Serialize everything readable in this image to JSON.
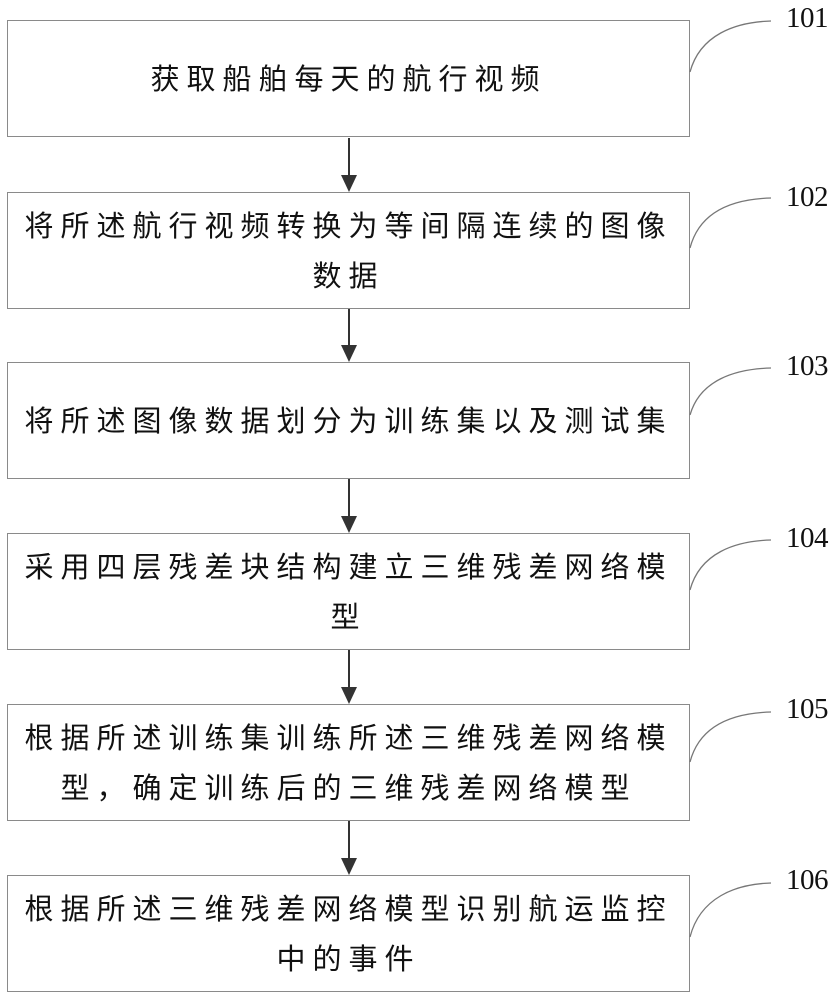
{
  "flowchart": {
    "steps": [
      {
        "id": "101",
        "text": "获取船舶每天的航行视频"
      },
      {
        "id": "102",
        "text": "将所述航行视频转换为等间隔连续的图像数据"
      },
      {
        "id": "103",
        "text": "将所述图像数据划分为训练集以及测试集"
      },
      {
        "id": "104",
        "text": "采用四层残差块结构建立三维残差网络模型"
      },
      {
        "id": "105",
        "text": "根据所述训练集训练所述三维残差网络模型，确定训练后的三维残差网络模型"
      },
      {
        "id": "106",
        "text": "根据所述三维残差网络模型识别航运监控中的事件"
      }
    ],
    "colors": {
      "border": "#8a8a8a",
      "arrow": "#333333",
      "leader": "#777777",
      "text": "#111111"
    }
  }
}
